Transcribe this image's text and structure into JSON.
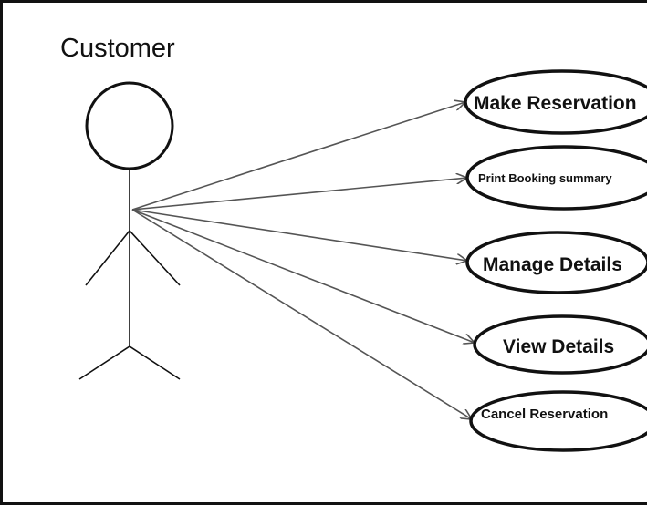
{
  "diagram": {
    "actor": {
      "label": "Customer"
    },
    "use_cases": [
      {
        "label": "Make Reservation"
      },
      {
        "label": "Print Booking summary"
      },
      {
        "label": "Manage Details"
      },
      {
        "label": "View Details"
      },
      {
        "label": "Cancel Reservation"
      }
    ]
  }
}
